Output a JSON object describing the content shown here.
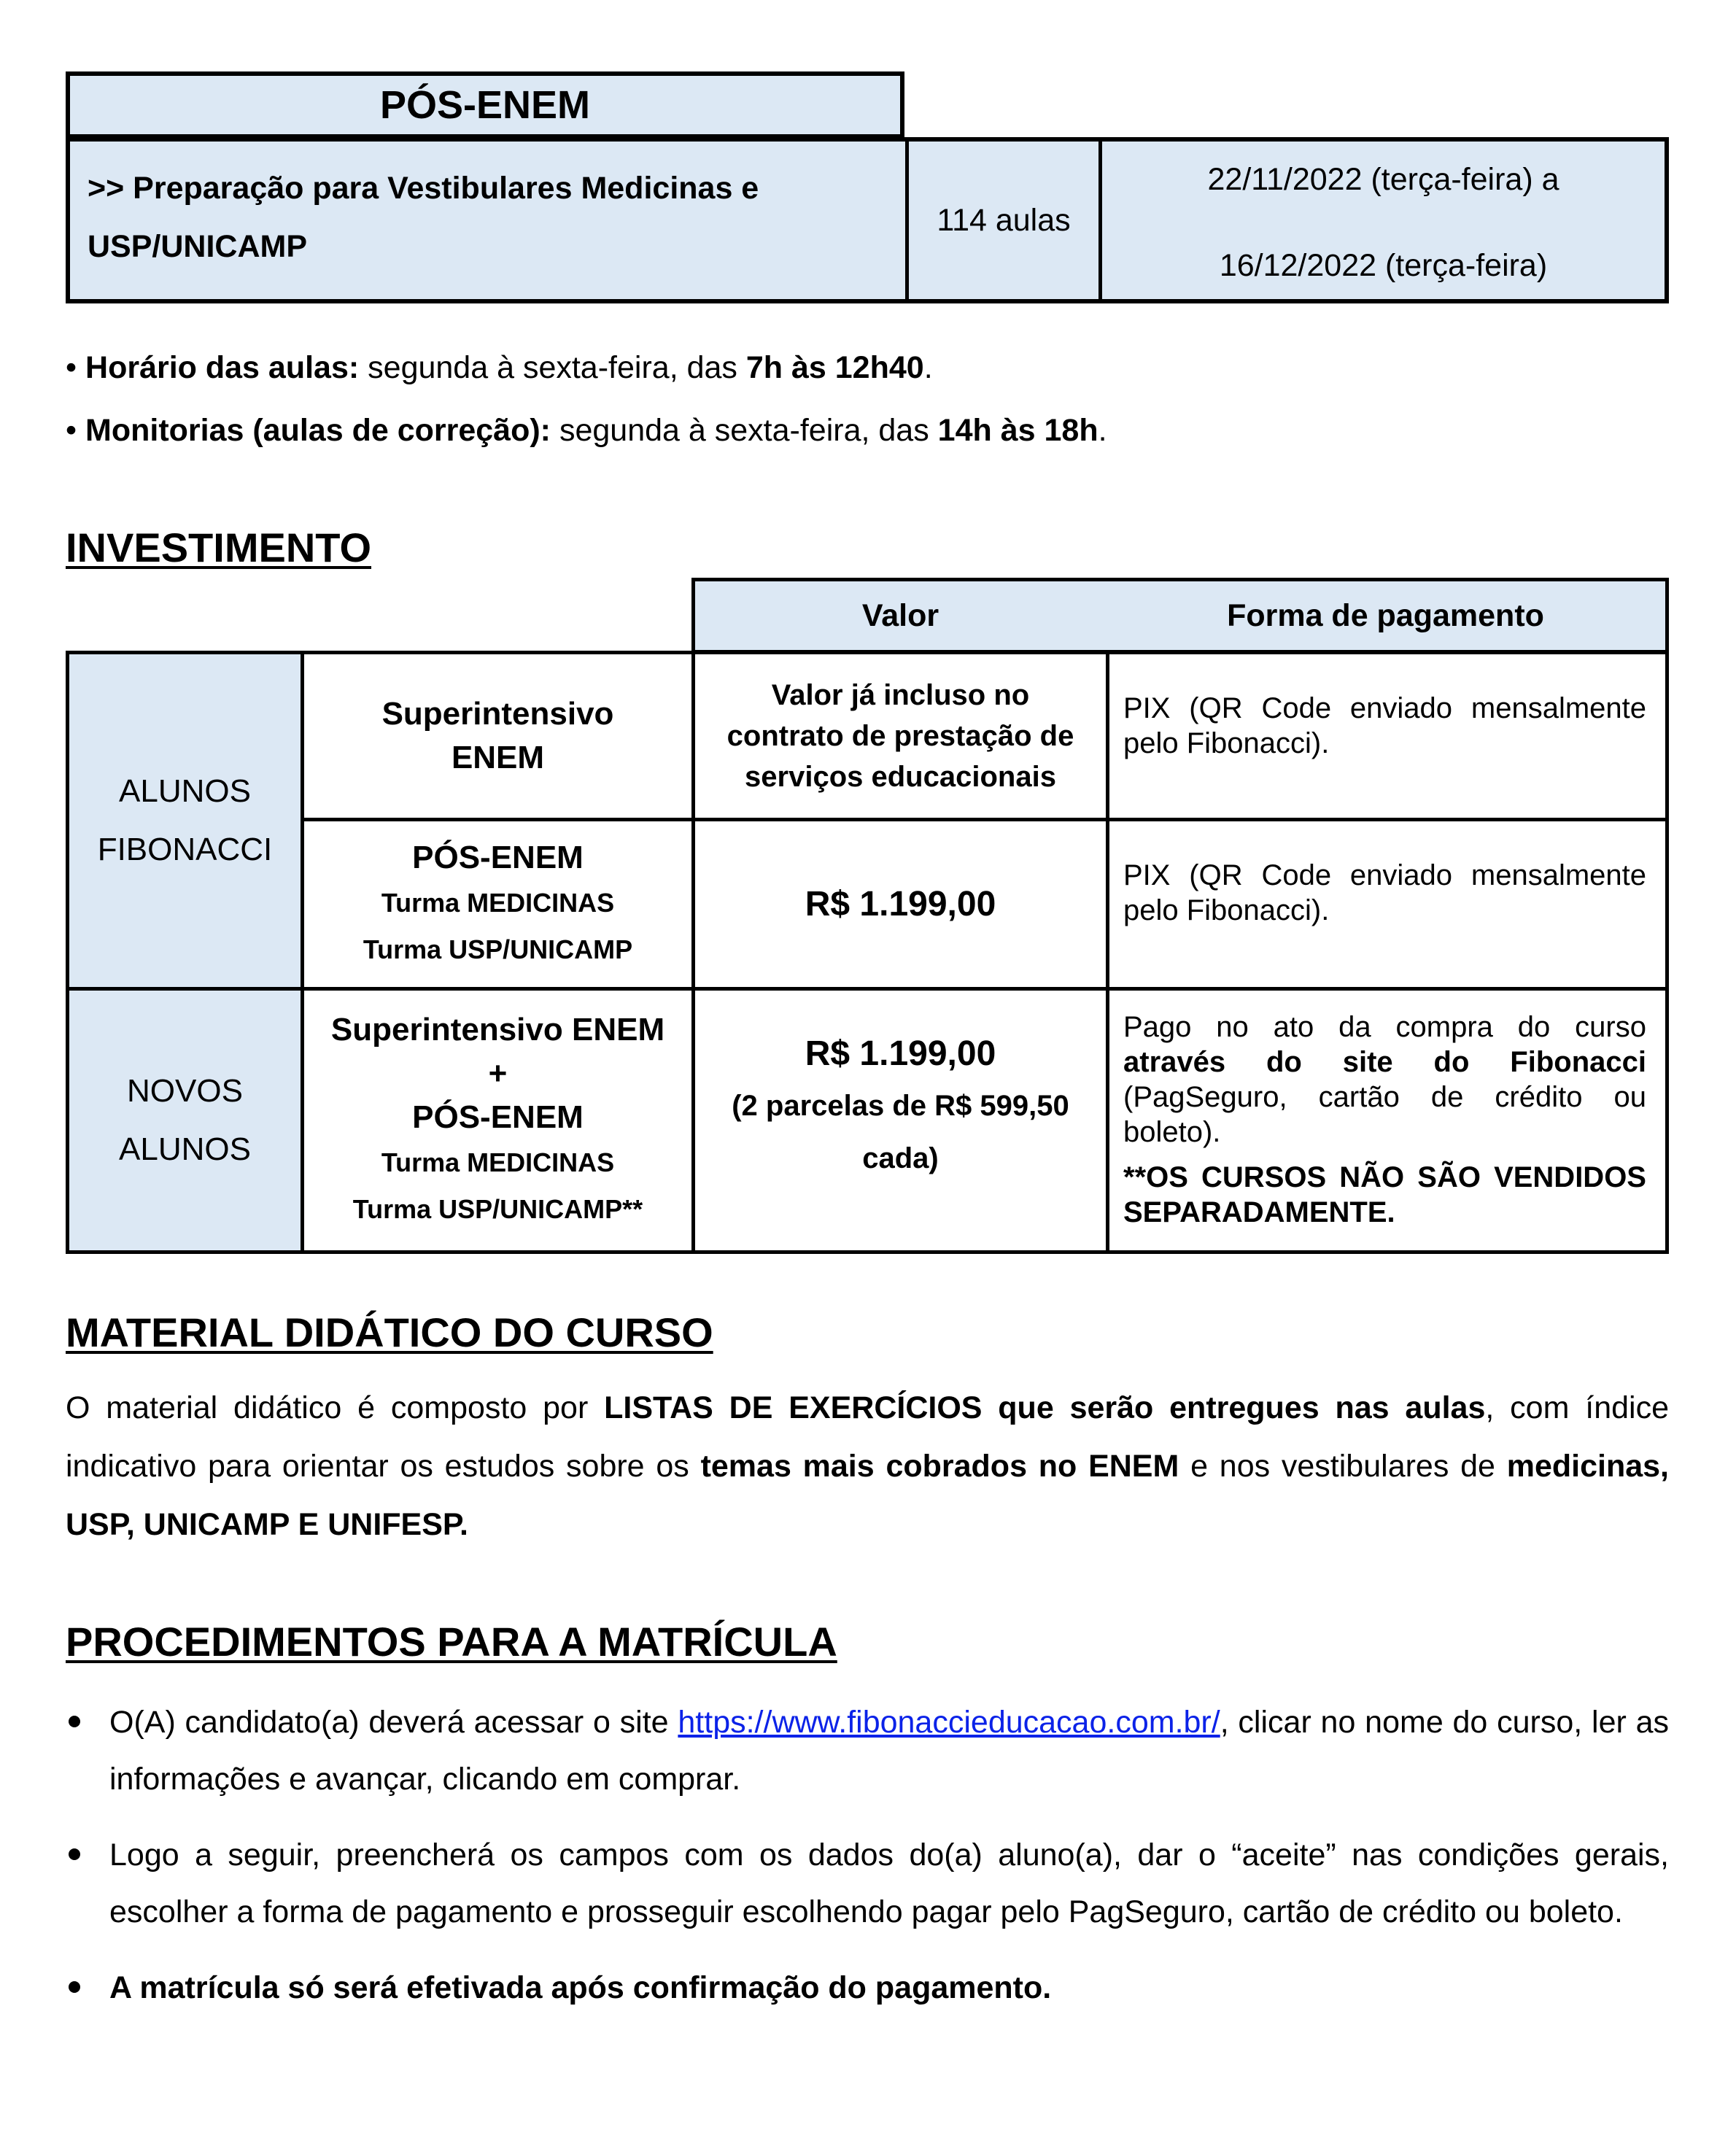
{
  "top_table": {
    "title": "PÓS-ENEM",
    "course_line1": ">> Preparação para Vestibulares Medicinas e",
    "course_line2": "USP/UNICAMP",
    "lessons": "114 aulas",
    "date_start": "22/11/2022 (terça-feira) a",
    "date_end": "16/12/2022 (terça-feira)"
  },
  "schedule": {
    "bullet": "•",
    "classes_label": "Horário das aulas:",
    "classes_text": " segunda à sexta-feira, das ",
    "classes_time": "7h às 12h40",
    "classes_end": ".",
    "monitor_label": "Monitorias (aulas de correção):",
    "monitor_text": " segunda à sexta-feira, das ",
    "monitor_time": "14h às 18h",
    "monitor_end": "."
  },
  "investment": {
    "heading": "INVESTIMENTO",
    "col_value": "Valor",
    "col_payment": "Forma de pagamento",
    "group1": {
      "line1": "ALUNOS",
      "line2": "FIBONACCI"
    },
    "row1": {
      "course_l1": "Superintensivo",
      "course_l2": "ENEM",
      "value_l1": "Valor já incluso no",
      "value_l2": "contrato de prestação de",
      "value_l3": "serviços educacionais",
      "payment": "PIX (QR Code enviado mensalmente pelo Fibonacci)."
    },
    "row2": {
      "course_title": "PÓS-ENEM",
      "course_sub1": "Turma MEDICINAS",
      "course_sub2": "Turma USP/UNICAMP",
      "value": "R$ 1.199,00",
      "payment": "PIX (QR Code enviado mensalmente pelo Fibonacci)."
    },
    "group2": {
      "line1": "NOVOS",
      "line2": "ALUNOS"
    },
    "row3": {
      "course_l1": "Superintensivo ENEM",
      "course_plus": "+",
      "course_l3": "PÓS-ENEM",
      "course_sub1": "Turma MEDICINAS",
      "course_sub2": "Turma USP/UNICAMP**",
      "value": "R$ 1.199,00",
      "value_sub1": "(2 parcelas de R$ 599,50",
      "value_sub2": "cada)",
      "payment_a": "Pago no ato da compra do curso ",
      "payment_b": "através do site do Fibonacci",
      "payment_c": " (PagSeguro, cartão de crédito ou boleto).",
      "note": "**OS CURSOS NÃO SÃO VENDIDOS SEPARADAMENTE."
    }
  },
  "material": {
    "heading": "MATERIAL DIDÁTICO DO CURSO",
    "p1": "O material didático é composto por ",
    "p2": "LISTAS DE EXERCÍCIOS que serão entregues nas aulas",
    "p3": ", com índice indicativo para orientar os estudos sobre os ",
    "p4": "temas mais cobrados no ENEM",
    "p5": " e nos vestibulares de ",
    "p6": "medicinas, USP, UNICAMP E UNIFESP."
  },
  "procedures": {
    "heading": "PROCEDIMENTOS PARA A MATRÍCULA",
    "item1_a": "O(A) candidato(a) deverá acessar o site ",
    "item1_link": "https://www.fibonaccieducacao.com.br/",
    "item1_b": ", clicar no nome do curso, ler as informações e avançar, clicando em comprar.",
    "item2": "Logo a seguir, preencherá os campos com os dados do(a) aluno(a), dar o “aceite” nas condições gerais, escolher a forma de pagamento e prosseguir escolhendo pagar pelo PagSeguro, cartão de crédito ou boleto.",
    "item3": "A matrícula só será efetivada após confirmação do pagamento."
  }
}
